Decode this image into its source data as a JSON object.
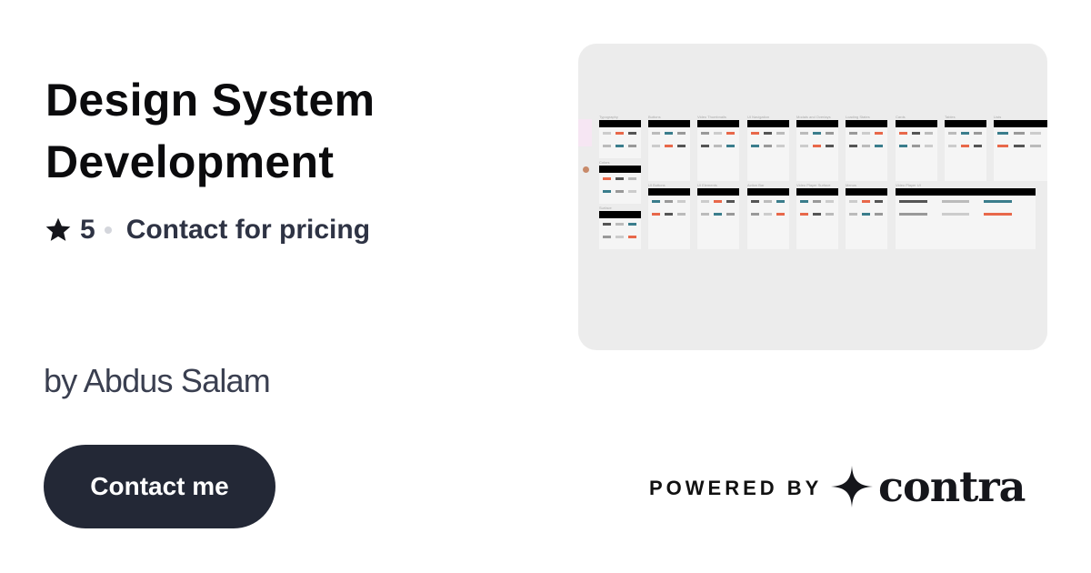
{
  "project": {
    "title": "Design System Development",
    "rating": "5",
    "pricing": "Contact for pricing",
    "author": "by Abdus Salam"
  },
  "actions": {
    "contact_label": "Contact me"
  },
  "footer": {
    "powered_by": "POWERED BY",
    "brand": "contra"
  },
  "thumbnail": {
    "frames": [
      "Typography",
      "Colors",
      "Surface",
      "Buttons",
      "UI Buttons",
      "Video Thumbnails",
      "UI Elements",
      "UI Navigation",
      "Action Bar",
      "Modals and Overlays",
      "Video Player Surface",
      "Loading States",
      "Menus",
      "Cards",
      "Video Player UI",
      "Tables",
      "Lists"
    ]
  },
  "colors": {
    "button_bg": "#232836",
    "text": "#2e3344",
    "thumb_bg": "#ececec"
  }
}
